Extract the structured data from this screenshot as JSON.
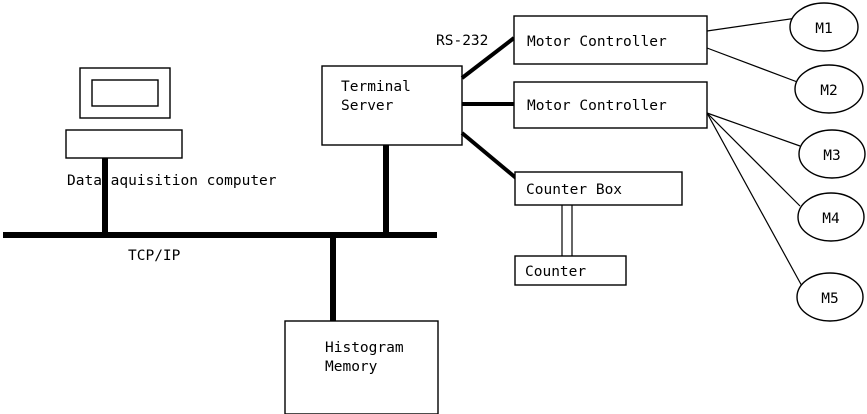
{
  "diagram": {
    "title": "Data acquisition system block diagram",
    "background_color": "#ffffff",
    "line_color": "#000000",
    "nodes": {
      "monitor": {
        "name": "monitor",
        "label": ""
      },
      "computer_base": {
        "name": "computer-base",
        "label": ""
      },
      "computer_caption": {
        "label": "Data aquisition computer"
      },
      "terminal_server": {
        "line1": "Terminal",
        "line2": "Server"
      },
      "motor_controller_1": {
        "label": "Motor Controller"
      },
      "motor_controller_2": {
        "label": "Motor Controller"
      },
      "counter_box": {
        "label": "Counter Box"
      },
      "counter": {
        "label": "Counter"
      },
      "histogram_memory": {
        "line1": "Histogram",
        "line2": "Memory"
      },
      "motors": [
        {
          "label": "M1"
        },
        {
          "label": "M2"
        },
        {
          "label": "M3"
        },
        {
          "label": "M4"
        },
        {
          "label": "M5"
        }
      ]
    },
    "link_labels": {
      "bus": "TCP/IP",
      "serial": "RS-232"
    }
  }
}
